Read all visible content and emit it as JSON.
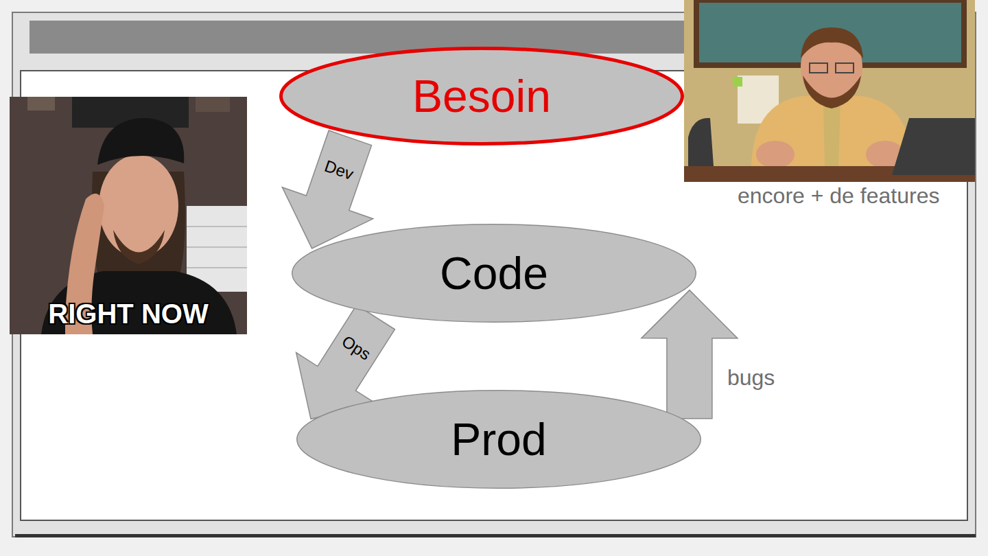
{
  "diagram": {
    "nodes": [
      {
        "text": [
          "Besoin"
        ]
      },
      {
        "text": [
          "Code"
        ]
      },
      {
        "text": [
          "Prod"
        ]
      }
    ],
    "edges": [
      {
        "from": 0,
        "to": 1,
        "label": "Dev",
        "arrow": "to"
      },
      {
        "from": 1,
        "to": 2,
        "label": "Ops",
        "arrow": "to"
      },
      {
        "from": 2,
        "to": 1,
        "label": "bugs",
        "arrow": "to"
      }
    ],
    "labels": [
      "encore + de features",
      "RIGHT NOW"
    ]
  }
}
